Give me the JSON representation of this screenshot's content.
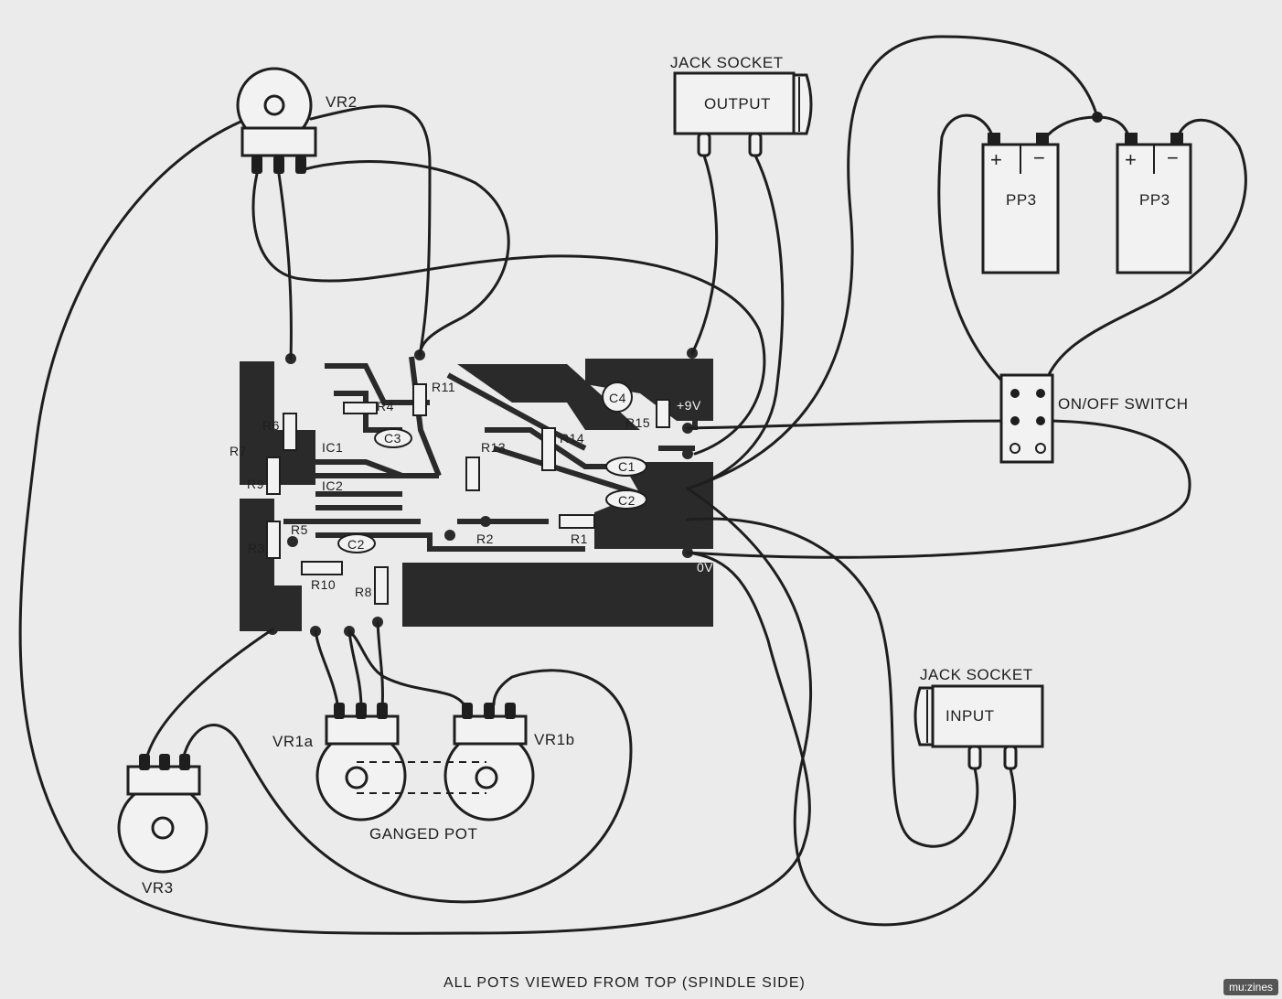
{
  "title": "",
  "caption": "ALL POTS VIEWED FROM TOP (SPINDLE SIDE)",
  "watermark": "mu:zines",
  "colors": {
    "background": "#ebebeb",
    "ink": "#1e1e1e",
    "board": "#2a2a2a"
  },
  "pots": {
    "vr2": "VR2",
    "vr3": "VR3",
    "vr1a": "VR1a",
    "vr1b": "VR1b",
    "ganged": "GANGED POT"
  },
  "jacks": {
    "socket_label": "JACK SOCKET",
    "output": "OUTPUT",
    "input": "INPUT"
  },
  "batteries": {
    "label": "PP3",
    "plus": "+",
    "minus": "−"
  },
  "switch": {
    "label": "ON/OFF SWITCH"
  },
  "pcb": {
    "plus9v": "+9V",
    "zero_v": "0V",
    "components": {
      "r1": "R1",
      "r2": "R2",
      "r3": "R3",
      "r4": "R4",
      "r5": "R5",
      "r6": "R6",
      "r7": "R7",
      "r8": "R8",
      "r9": "R9",
      "r10": "R10",
      "r11": "R11",
      "r13": "R13",
      "r14": "R14",
      "r15": "R15",
      "c1": "C1",
      "c2": "C2",
      "c2b": "C2",
      "c3": "C3",
      "c4": "C4",
      "ic1": "IC1",
      "ic2": "IC2"
    }
  }
}
